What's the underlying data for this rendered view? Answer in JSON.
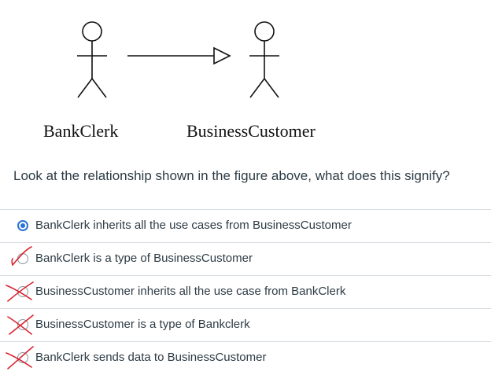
{
  "diagram": {
    "actor_left": "BankClerk",
    "actor_right": "BusinessCustomer"
  },
  "question": "Look at the relationship shown in the figure above, what does this signify?",
  "answers": [
    {
      "label": "BankClerk inherits all the use cases from BusinessCustomer",
      "selected": true,
      "mark": "none"
    },
    {
      "label": "BankClerk is a type of BusinessCustomer",
      "selected": false,
      "mark": "check"
    },
    {
      "label": "BusinessCustomer inherits all the use case from BankClerk",
      "selected": false,
      "mark": "cross"
    },
    {
      "label": "BusinessCustomer is a type of Bankclerk",
      "selected": false,
      "mark": "cross"
    },
    {
      "label": "BankClerk sends data to BusinessCustomer",
      "selected": false,
      "mark": "cross"
    }
  ],
  "colors": {
    "radio_selected": "#2a73d4",
    "annotation_red": "#d9232e",
    "text": "#2d3b45",
    "divider": "#d8dde2"
  }
}
